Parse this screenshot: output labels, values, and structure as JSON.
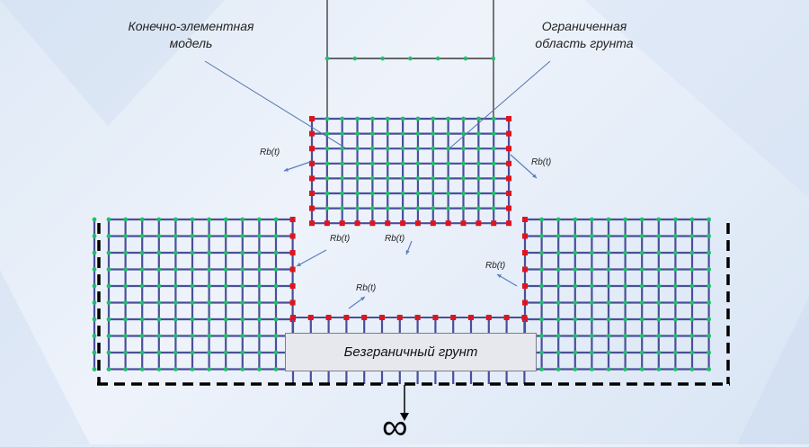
{
  "labels": {
    "fe_model": "Конечно-элементная модель",
    "bounded_soil": "Ограниченная область грунта",
    "unbounded_soil": "Безграничный грунт",
    "infinity": "∞"
  },
  "forces": [
    "Rb(t)",
    "Rb(t)",
    "Rb(t)",
    "Rb(t)",
    "Rb(t)",
    "Rb(t)"
  ],
  "colors": {
    "node_green": "#1fbf6a",
    "node_red": "#e0141e",
    "mesh": "#4a4f9a",
    "boundary": "#000000"
  }
}
